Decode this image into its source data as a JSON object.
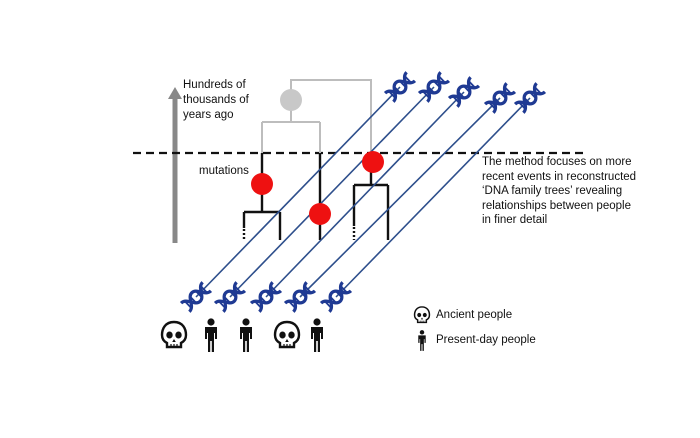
{
  "axis": {
    "label": "Hundreds of thousands of years ago"
  },
  "mutations_label": "mutations",
  "method_note": "The method focuses on more recent events in reconstructed ‘DNA family trees’ revealing relationships between people in finer detail",
  "legend": {
    "ancient": {
      "icon": "skull-icon",
      "label": "Ancient people"
    },
    "present": {
      "icon": "person-icon",
      "label": "Present-day people"
    }
  },
  "people": [
    "ancient",
    "present",
    "present",
    "ancient",
    "present"
  ],
  "colors": {
    "strand": "#2e4f8c",
    "dna": "#1f3a93",
    "mutation": "#ee1111",
    "ancestor": "#c8c8c8",
    "old_tree": "#bdbdbd",
    "recent_tree": "#111111",
    "axis_arrow": "#888888"
  }
}
